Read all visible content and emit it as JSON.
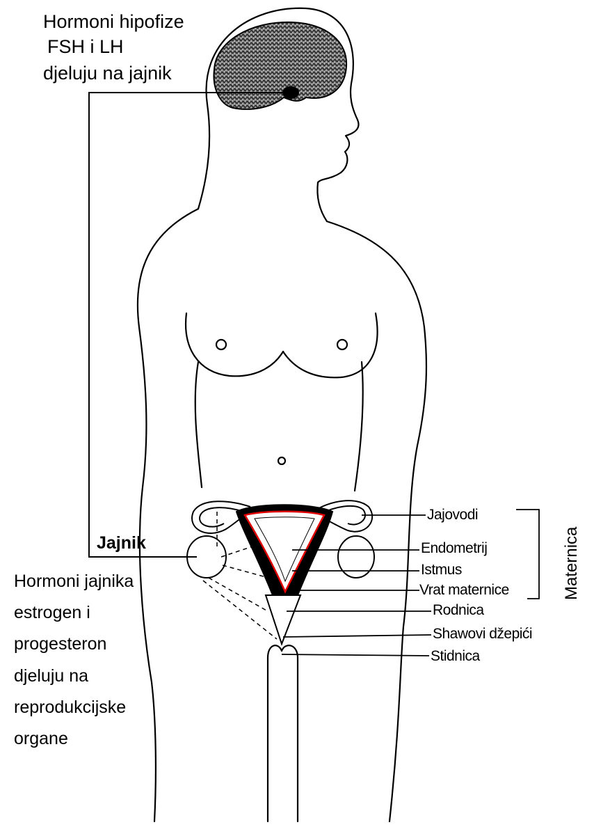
{
  "pituitary_text": [
    "Hormoni hipofize",
    "FSH i LH",
    "djeluju na jajnik"
  ],
  "ovary_label": "Jajnik",
  "ovary_hormones_text": [
    "Hormoni jajnika",
    "estrogen i",
    "progesteron",
    "djeluju na",
    "reprodukcijske",
    "organe"
  ],
  "parts": [
    "Jajovodi",
    "Endometrij",
    "Istmus",
    "Vrat maternice",
    "Rodnica",
    "Shawovi džepići",
    "Stidnica"
  ],
  "uterus_group_label": "Maternica",
  "colors": {
    "background": "#ffffff",
    "outline": "#000000",
    "endometrium": "#e00000",
    "fill": "#000000"
  }
}
